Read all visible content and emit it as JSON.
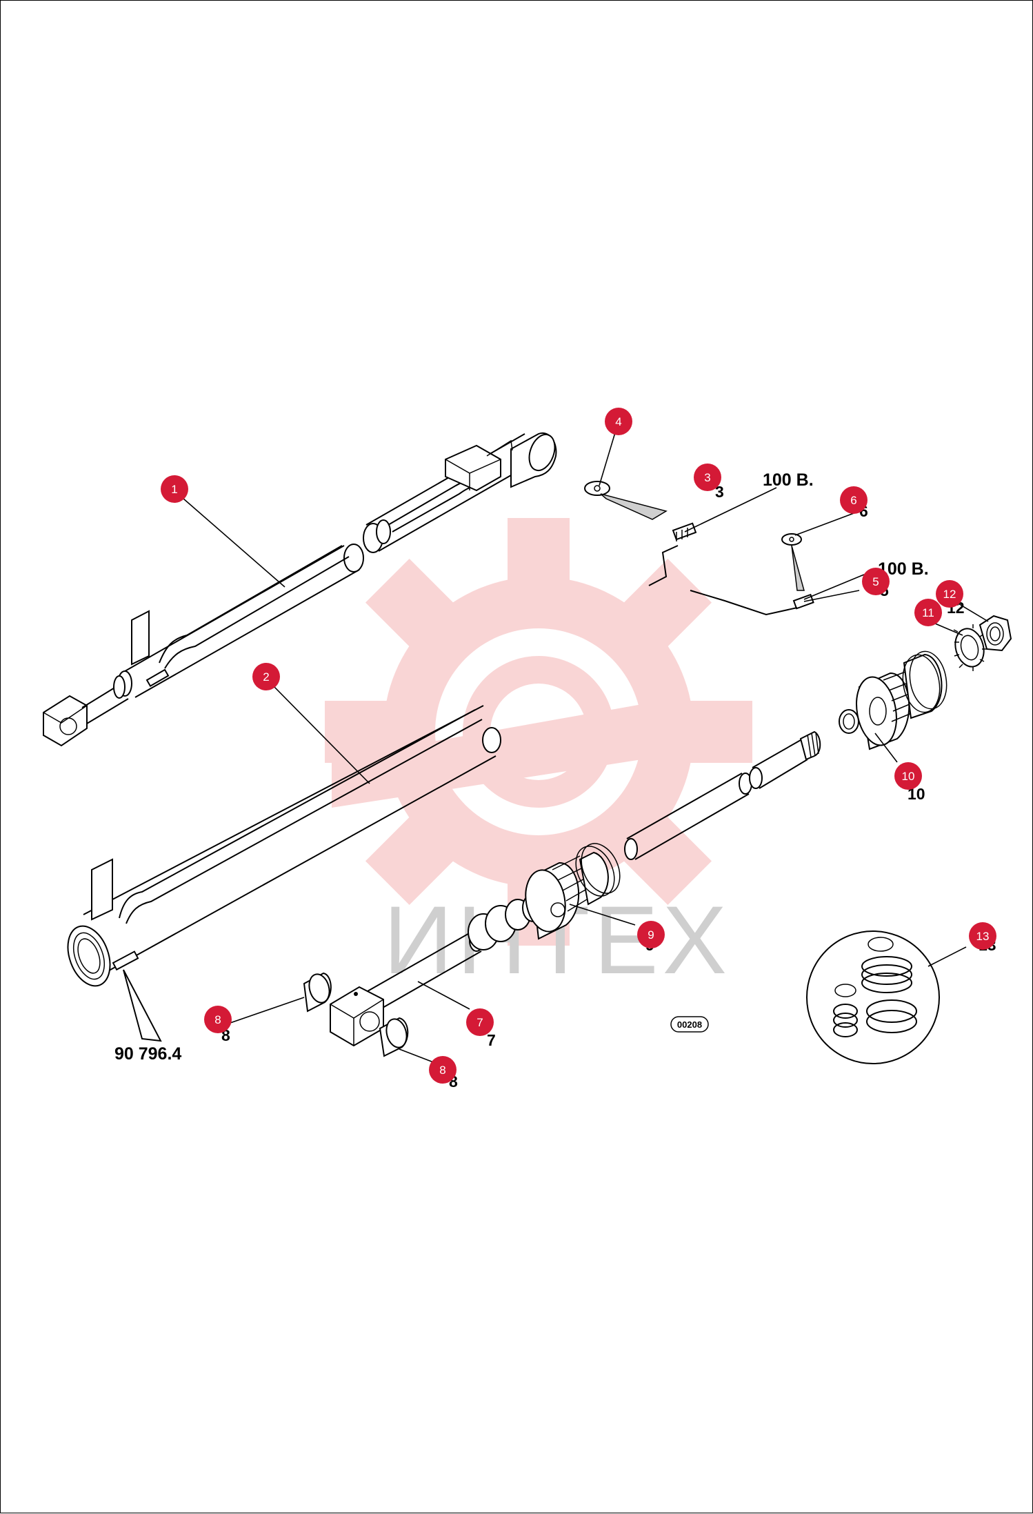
{
  "watermark": {
    "text": "ИНТЕХ",
    "color": "#f2b4b4"
  },
  "callout_color": "#d41a36",
  "callouts": [
    {
      "id": "1",
      "label": "1"
    },
    {
      "id": "2",
      "label": "2"
    },
    {
      "id": "3",
      "label": "3"
    },
    {
      "id": "4",
      "label": "4"
    },
    {
      "id": "5",
      "label": "5"
    },
    {
      "id": "6",
      "label": "6"
    },
    {
      "id": "7",
      "label": "7"
    },
    {
      "id": "8a",
      "label": "8"
    },
    {
      "id": "8b",
      "label": "8"
    },
    {
      "id": "9",
      "label": "9"
    },
    {
      "id": "10",
      "label": "10"
    },
    {
      "id": "11",
      "label": "11"
    },
    {
      "id": "12",
      "label": "12"
    },
    {
      "id": "13",
      "label": "13"
    }
  ],
  "part_labels": {
    "p100b_top": "100 B.",
    "p100b_mid": "100 B.",
    "ref_number": "90 796.4",
    "code_tag": "00208",
    "n3": "3",
    "n5": "5",
    "n6": "6",
    "n7": "7",
    "n8a": "8",
    "n8b": "8",
    "n10": "10",
    "n12": "12",
    "n13": "13",
    "n9": "9"
  }
}
